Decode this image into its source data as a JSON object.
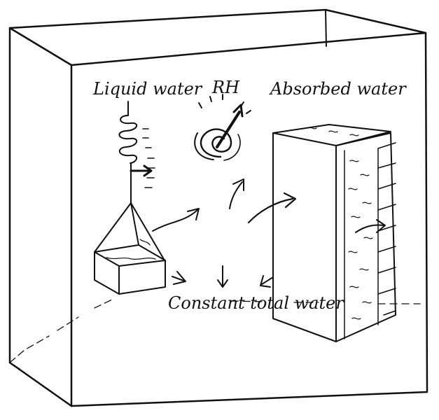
{
  "labels": {
    "liquid_water": "Liquid water",
    "rh": "RH",
    "absorbed_water": "Absorbed water",
    "constant_total_water": "Constant total water"
  },
  "colors": {
    "ink": "#111111",
    "background": "#ffffff"
  },
  "icons": {
    "balance": "spring-balance-icon",
    "hygrometer": "dial-gauge-icon",
    "wall": "brick-wall-section-icon"
  }
}
